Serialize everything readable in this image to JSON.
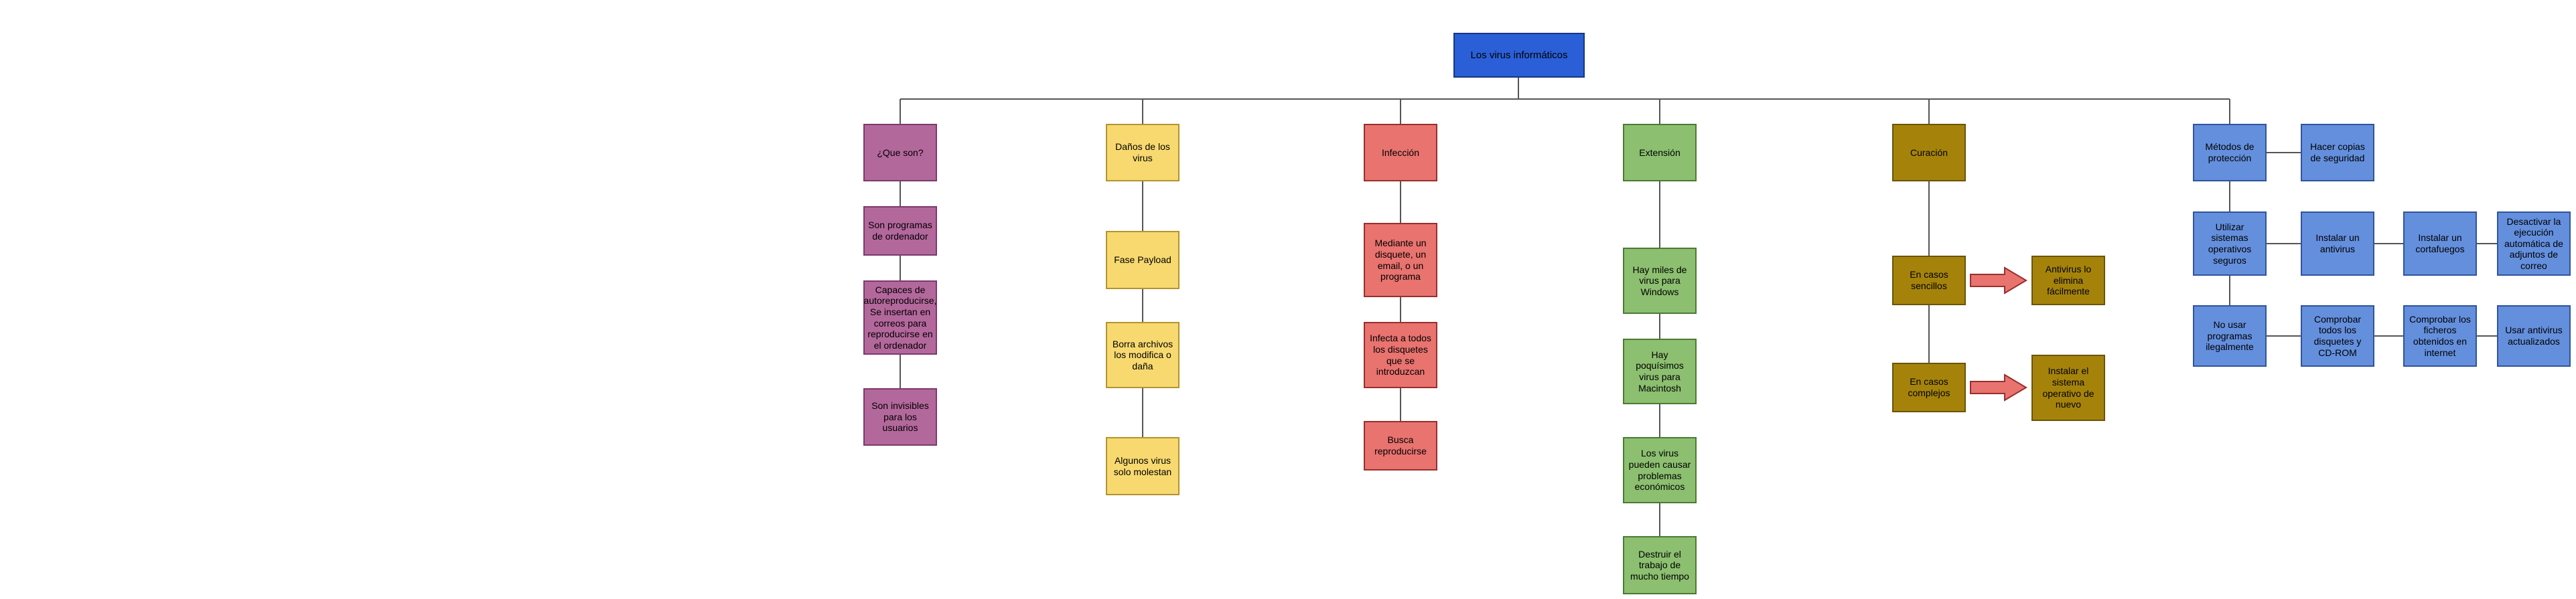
{
  "root": {
    "label": "Los virus informáticos"
  },
  "branches": {
    "que_son": {
      "header": "¿Que son?",
      "items": [
        "Son programas de ordenador",
        "Capaces de autoreproducirse, Se insertan en correos para reproducirse en el ordenador",
        "Son invisibles para los usuarios"
      ]
    },
    "danos": {
      "header": "Daños de los virus",
      "items": [
        "Fase Payload",
        "Borra archivos los modifica o daña",
        "Algunos virus solo molestan"
      ]
    },
    "infeccion": {
      "header": "Infección",
      "items": [
        "Mediante un disquete, un email, o un programa",
        "Infecta a todos los disquetes que se introduzcan",
        "Busca reproducirse"
      ]
    },
    "extension": {
      "header": "Extensión",
      "items": [
        "Hay miles de virus para Windows",
        "Hay poquísimos virus para Macintosh",
        "Los virus pueden causar problemas económicos",
        "Destruir el trabajo de mucho tiempo"
      ]
    },
    "curacion": {
      "header": "Curación",
      "cases": [
        {
          "condition": "En casos sencillos",
          "result": "Antivirus lo elimina fácilmente"
        },
        {
          "condition": "En casos complejos",
          "result": "Instalar el sistema operativo de nuevo"
        }
      ]
    },
    "proteccion": {
      "header": "Métodos de protección",
      "items": [
        "Hacer copias de seguridad",
        "Utilizar sistemas operativos seguros",
        "Instalar un antivirus",
        "Instalar un cortafuegos",
        "Desactivar la ejecución automática de adjuntos de correo",
        "No usar programas ilegalmente",
        "Comprobar todos los disquetes y CD-ROM",
        "Comprobar los ficheros obtenidos en internet",
        "Usar antivirus actualizados"
      ]
    }
  },
  "colors": {
    "root": "#2a5fd7",
    "que_son": "#b3689c",
    "danos": "#f7d970",
    "infeccion": "#e8736f",
    "extension": "#8cbf70",
    "curacion": "#a5830b",
    "proteccion": "#648fdd",
    "arrow": "#e8736f",
    "arrow_border": "#992f2c",
    "connector": "#555555"
  }
}
